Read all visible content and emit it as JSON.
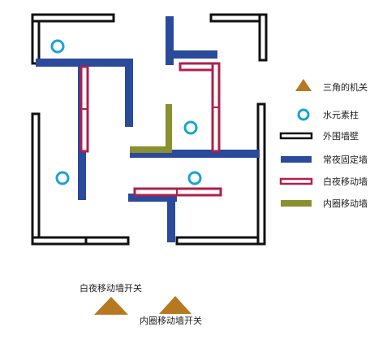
{
  "colors": {
    "outer_wall_stroke": "#111111",
    "outer_wall_fill": "#ffffff",
    "fixed_wall": "#2a4a9c",
    "day_night_wall": "#b0204a",
    "inner_ring_wall": "#8a9030",
    "pillar": "#1aa3d4",
    "switch": "#b7791f"
  },
  "legend": [
    {
      "key": "triangle_switch",
      "icon": "brown-triangle",
      "label": "三角的机关"
    },
    {
      "key": "water_pillar",
      "icon": "cyan-circle",
      "label": "水元素柱"
    },
    {
      "key": "outer_wall",
      "icon": "black-outline-bar",
      "label": "外围墙壁"
    },
    {
      "key": "fixed_wall",
      "icon": "blue-bar",
      "label": "常夜固定墙"
    },
    {
      "key": "day_night_wall",
      "icon": "magenta-outline-bar",
      "label": "白夜移动墙"
    },
    {
      "key": "inner_ring_wall",
      "icon": "olive-bar",
      "label": "内圈移动墙"
    }
  ],
  "switches": [
    {
      "label": "白夜移动墙开关"
    },
    {
      "label": "内圈移动墙开关"
    }
  ]
}
